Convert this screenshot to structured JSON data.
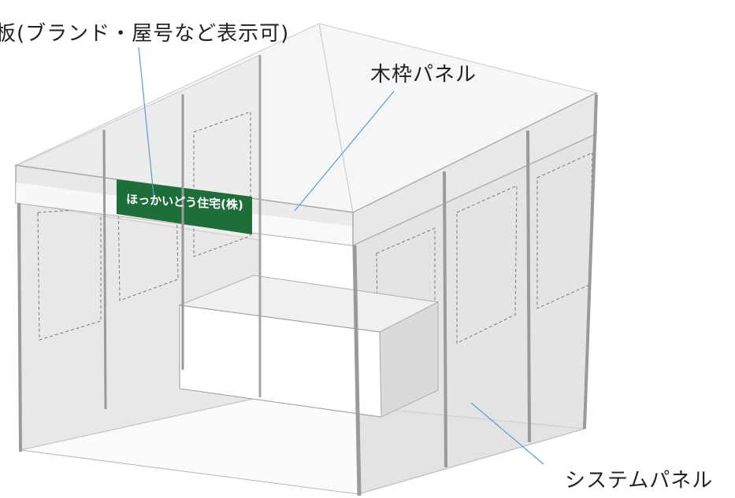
{
  "labels": {
    "sign_label": "板(ブランド・屋号など表示可)",
    "wood_panel_label": "木枠パネル",
    "system_panel_label": "システムパネル"
  },
  "sign": {
    "text": "ほっかいどう住宅(株)",
    "color": "#1f6e3a"
  },
  "colors": {
    "panel_fill": "#e9e9e9",
    "pole": "#9a9a9a",
    "leader_line": "#5b9bd5"
  }
}
